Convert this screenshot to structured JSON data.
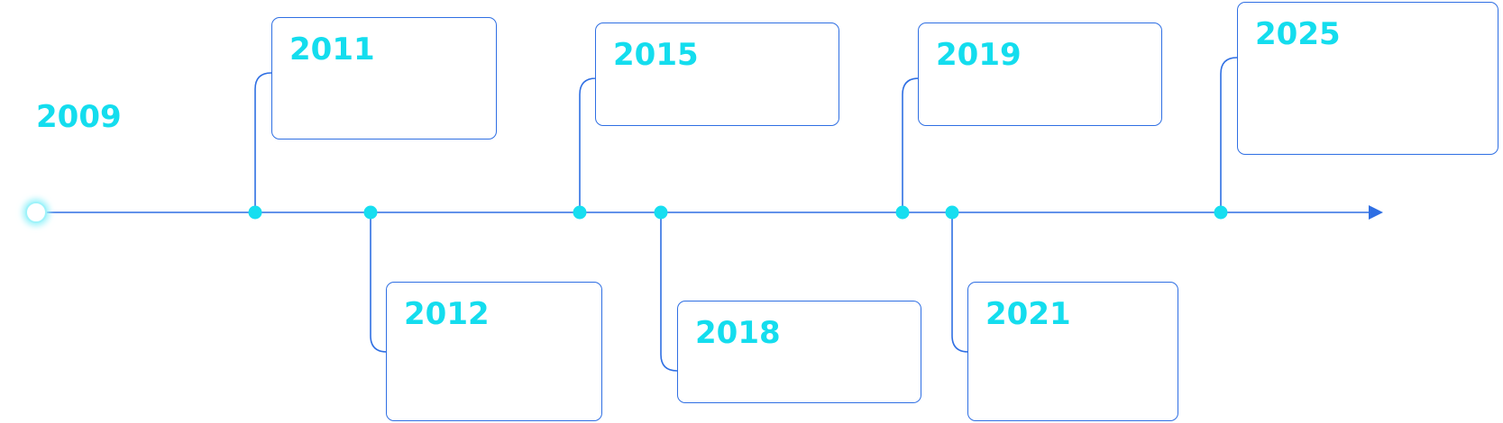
{
  "colors": {
    "line": "#2f6fe3",
    "year_text": "#14ddee",
    "node": "#17def0",
    "start_node_fill": "#ffffff",
    "start_node_glow": "#9ff3fa"
  },
  "arrow_end": "arrowhead",
  "start_year": "2009",
  "events": [
    {
      "id": "2011",
      "year": "2011",
      "side": "above"
    },
    {
      "id": "2012",
      "year": "2012",
      "side": "below"
    },
    {
      "id": "2015",
      "year": "2015",
      "side": "above"
    },
    {
      "id": "2018",
      "year": "2018",
      "side": "below"
    },
    {
      "id": "2019",
      "year": "2019",
      "side": "above"
    },
    {
      "id": "2021",
      "year": "2021",
      "side": "below"
    },
    {
      "id": "2025",
      "year": "2025",
      "side": "above"
    }
  ]
}
